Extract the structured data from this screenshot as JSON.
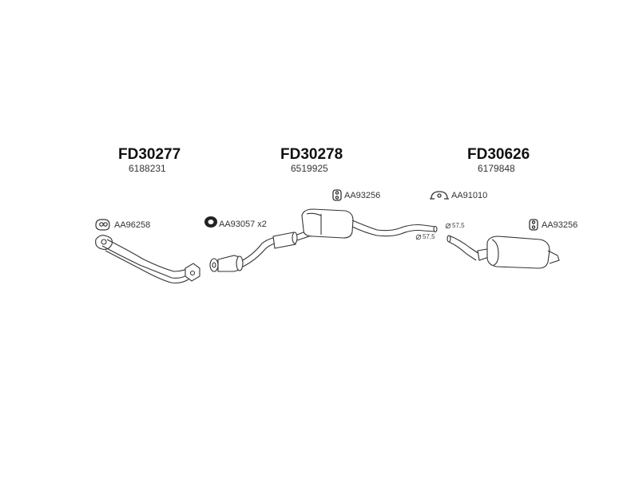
{
  "assemblies": [
    {
      "part_number": "FD30277",
      "oem_number": "6188231"
    },
    {
      "part_number": "FD30278",
      "oem_number": "6519925"
    },
    {
      "part_number": "FD30626",
      "oem_number": "6179848"
    }
  ],
  "accessories": [
    {
      "code": "AA96258",
      "icon": "gasket-icon"
    },
    {
      "code": "AA93057",
      "qty": "x2",
      "icon": "sealing-ring-icon"
    },
    {
      "code": "AA93256",
      "icon": "rubber-hanger-icon"
    },
    {
      "code": "AA91010",
      "icon": "clamp-icon"
    },
    {
      "code": "AA93256",
      "icon": "rubber-hanger-icon"
    }
  ],
  "dimensions": [
    "57,5",
    "57,5"
  ]
}
